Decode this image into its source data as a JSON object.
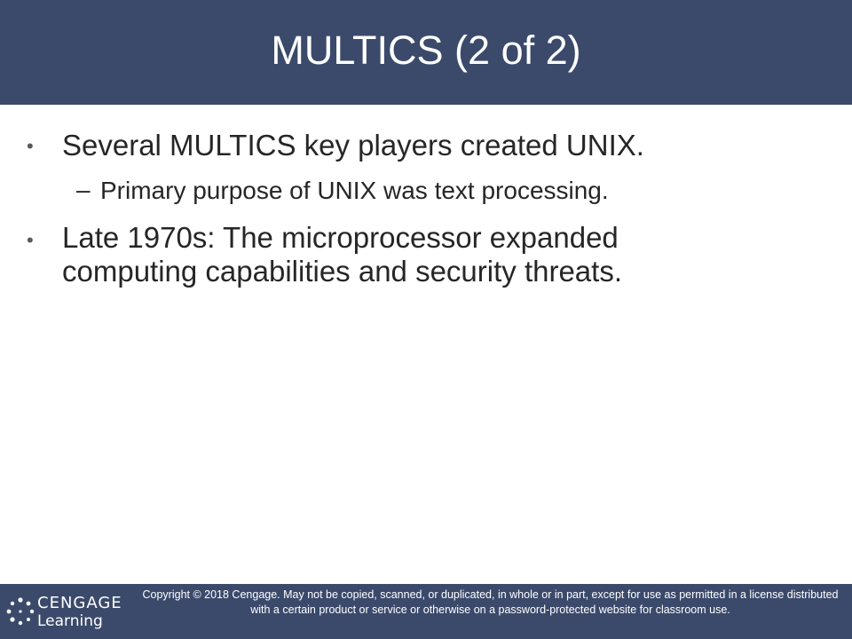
{
  "slide": {
    "title": "MULTICS (2 of 2)",
    "bullets": [
      {
        "marker": "•",
        "text": "Several MULTICS key players created UNIX.",
        "sub": {
          "marker": "–",
          "text": "Primary purpose of UNIX was text processing."
        }
      },
      {
        "marker": "•",
        "text": "Late 1970s: The microprocessor expanded computing capabilities and security threats."
      }
    ]
  },
  "footer": {
    "logo_line1": "CENGAGE",
    "logo_line2": "Learning",
    "logo_trademark": "·",
    "copyright": "Copyright © 2018 Cengage. May not be copied, scanned, or duplicated, in whole or in part, except for use as permitted in a license distributed with a certain product or service or otherwise on a password-protected website for classroom use."
  },
  "colors": {
    "header_bg": "#3b4a6b",
    "footer_bg": "#3b4a6b",
    "body_text": "#262626",
    "bullet": "#595959"
  }
}
